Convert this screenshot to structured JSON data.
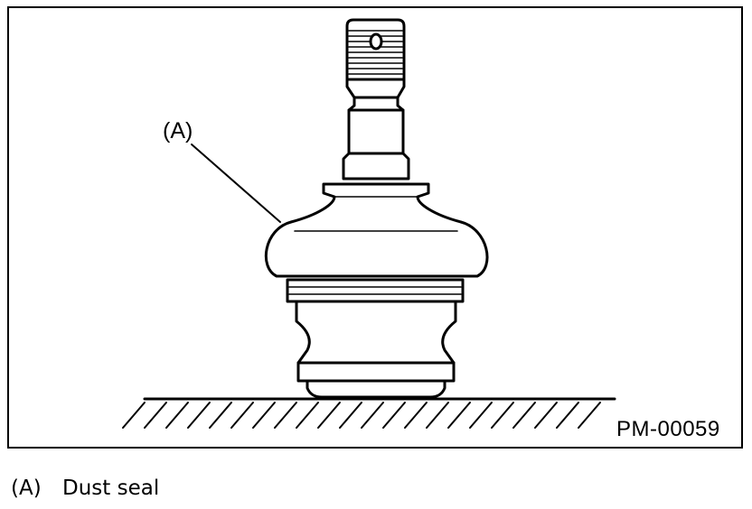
{
  "figure": {
    "code": "PM-00059",
    "callout_label": "(A)",
    "legend": [
      {
        "key": "(A)",
        "text": "Dust seal"
      }
    ]
  }
}
